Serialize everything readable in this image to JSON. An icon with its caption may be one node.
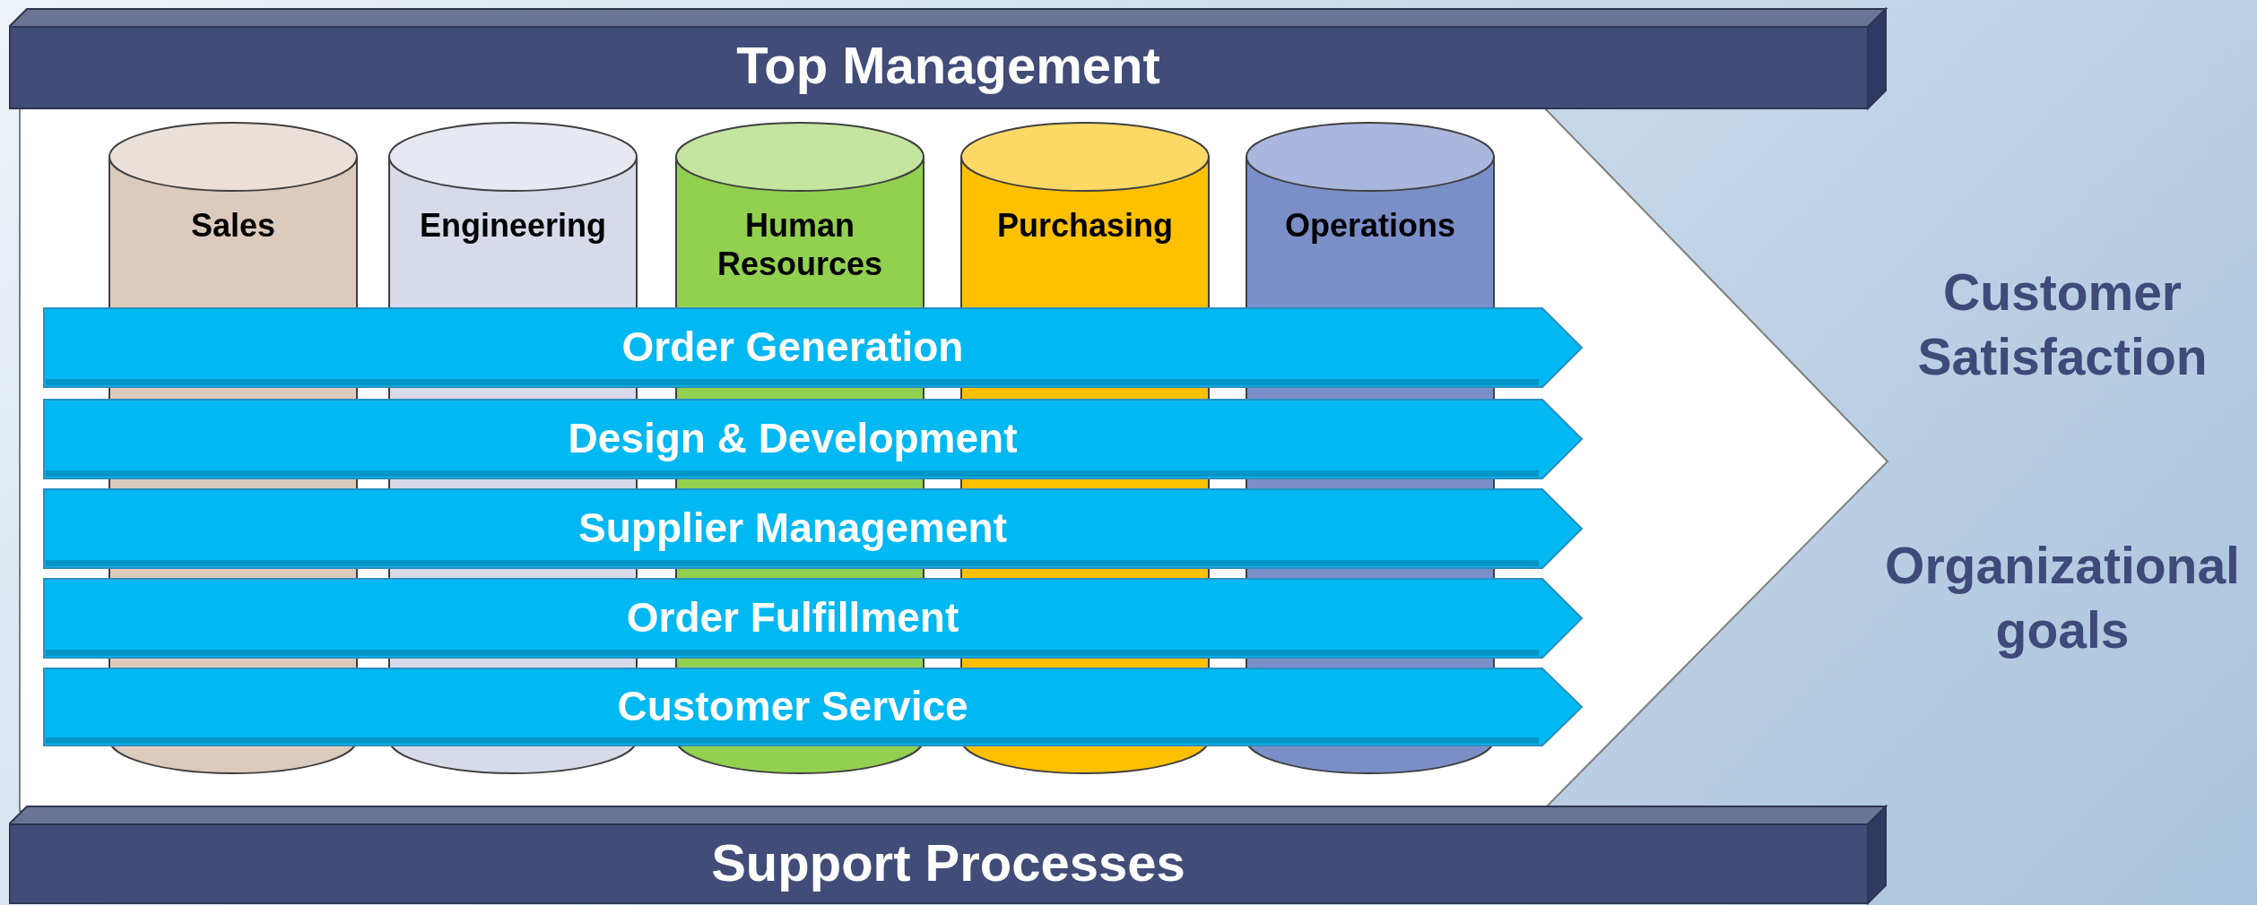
{
  "diagram": {
    "nodes": [
      {
        "text": [
          "Top Management"
        ]
      },
      {
        "text": [
          "Sales"
        ]
      },
      {
        "text": [
          "Engineering"
        ]
      },
      {
        "text": [
          "Human Resources"
        ]
      },
      {
        "text": [
          "Purchasing"
        ]
      },
      {
        "text": [
          "Operations"
        ]
      },
      {
        "text": [
          "Order Generation"
        ]
      },
      {
        "text": [
          "Design & Development"
        ]
      },
      {
        "text": [
          "Supplier Management"
        ]
      },
      {
        "text": [
          "Order Fulfillment"
        ]
      },
      {
        "text": [
          "Customer Service"
        ]
      },
      {
        "text": [
          "Support Processes"
        ]
      }
    ],
    "labels": [
      "Customer Satisfaction",
      "Organizational goals"
    ]
  }
}
